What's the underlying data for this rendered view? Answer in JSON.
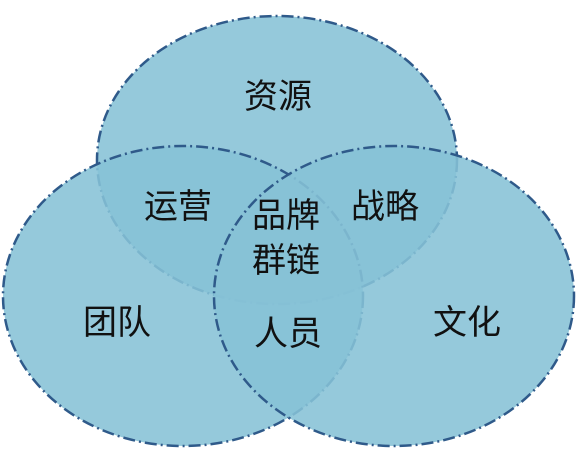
{
  "colors": {
    "circle_fill": "#86c2d6",
    "circle_fill_opacity": 0.88,
    "circle_stroke": "#2f5a8a",
    "background": "#ffffff"
  },
  "diagram": {
    "type": "venn-3",
    "sets": {
      "top": "资源",
      "left": "团队",
      "right": "文化"
    },
    "intersections": {
      "top_left": "运营",
      "top_right": "战略",
      "left_right": "人员",
      "center_line1": "品牌",
      "center_line2": "群链"
    }
  }
}
